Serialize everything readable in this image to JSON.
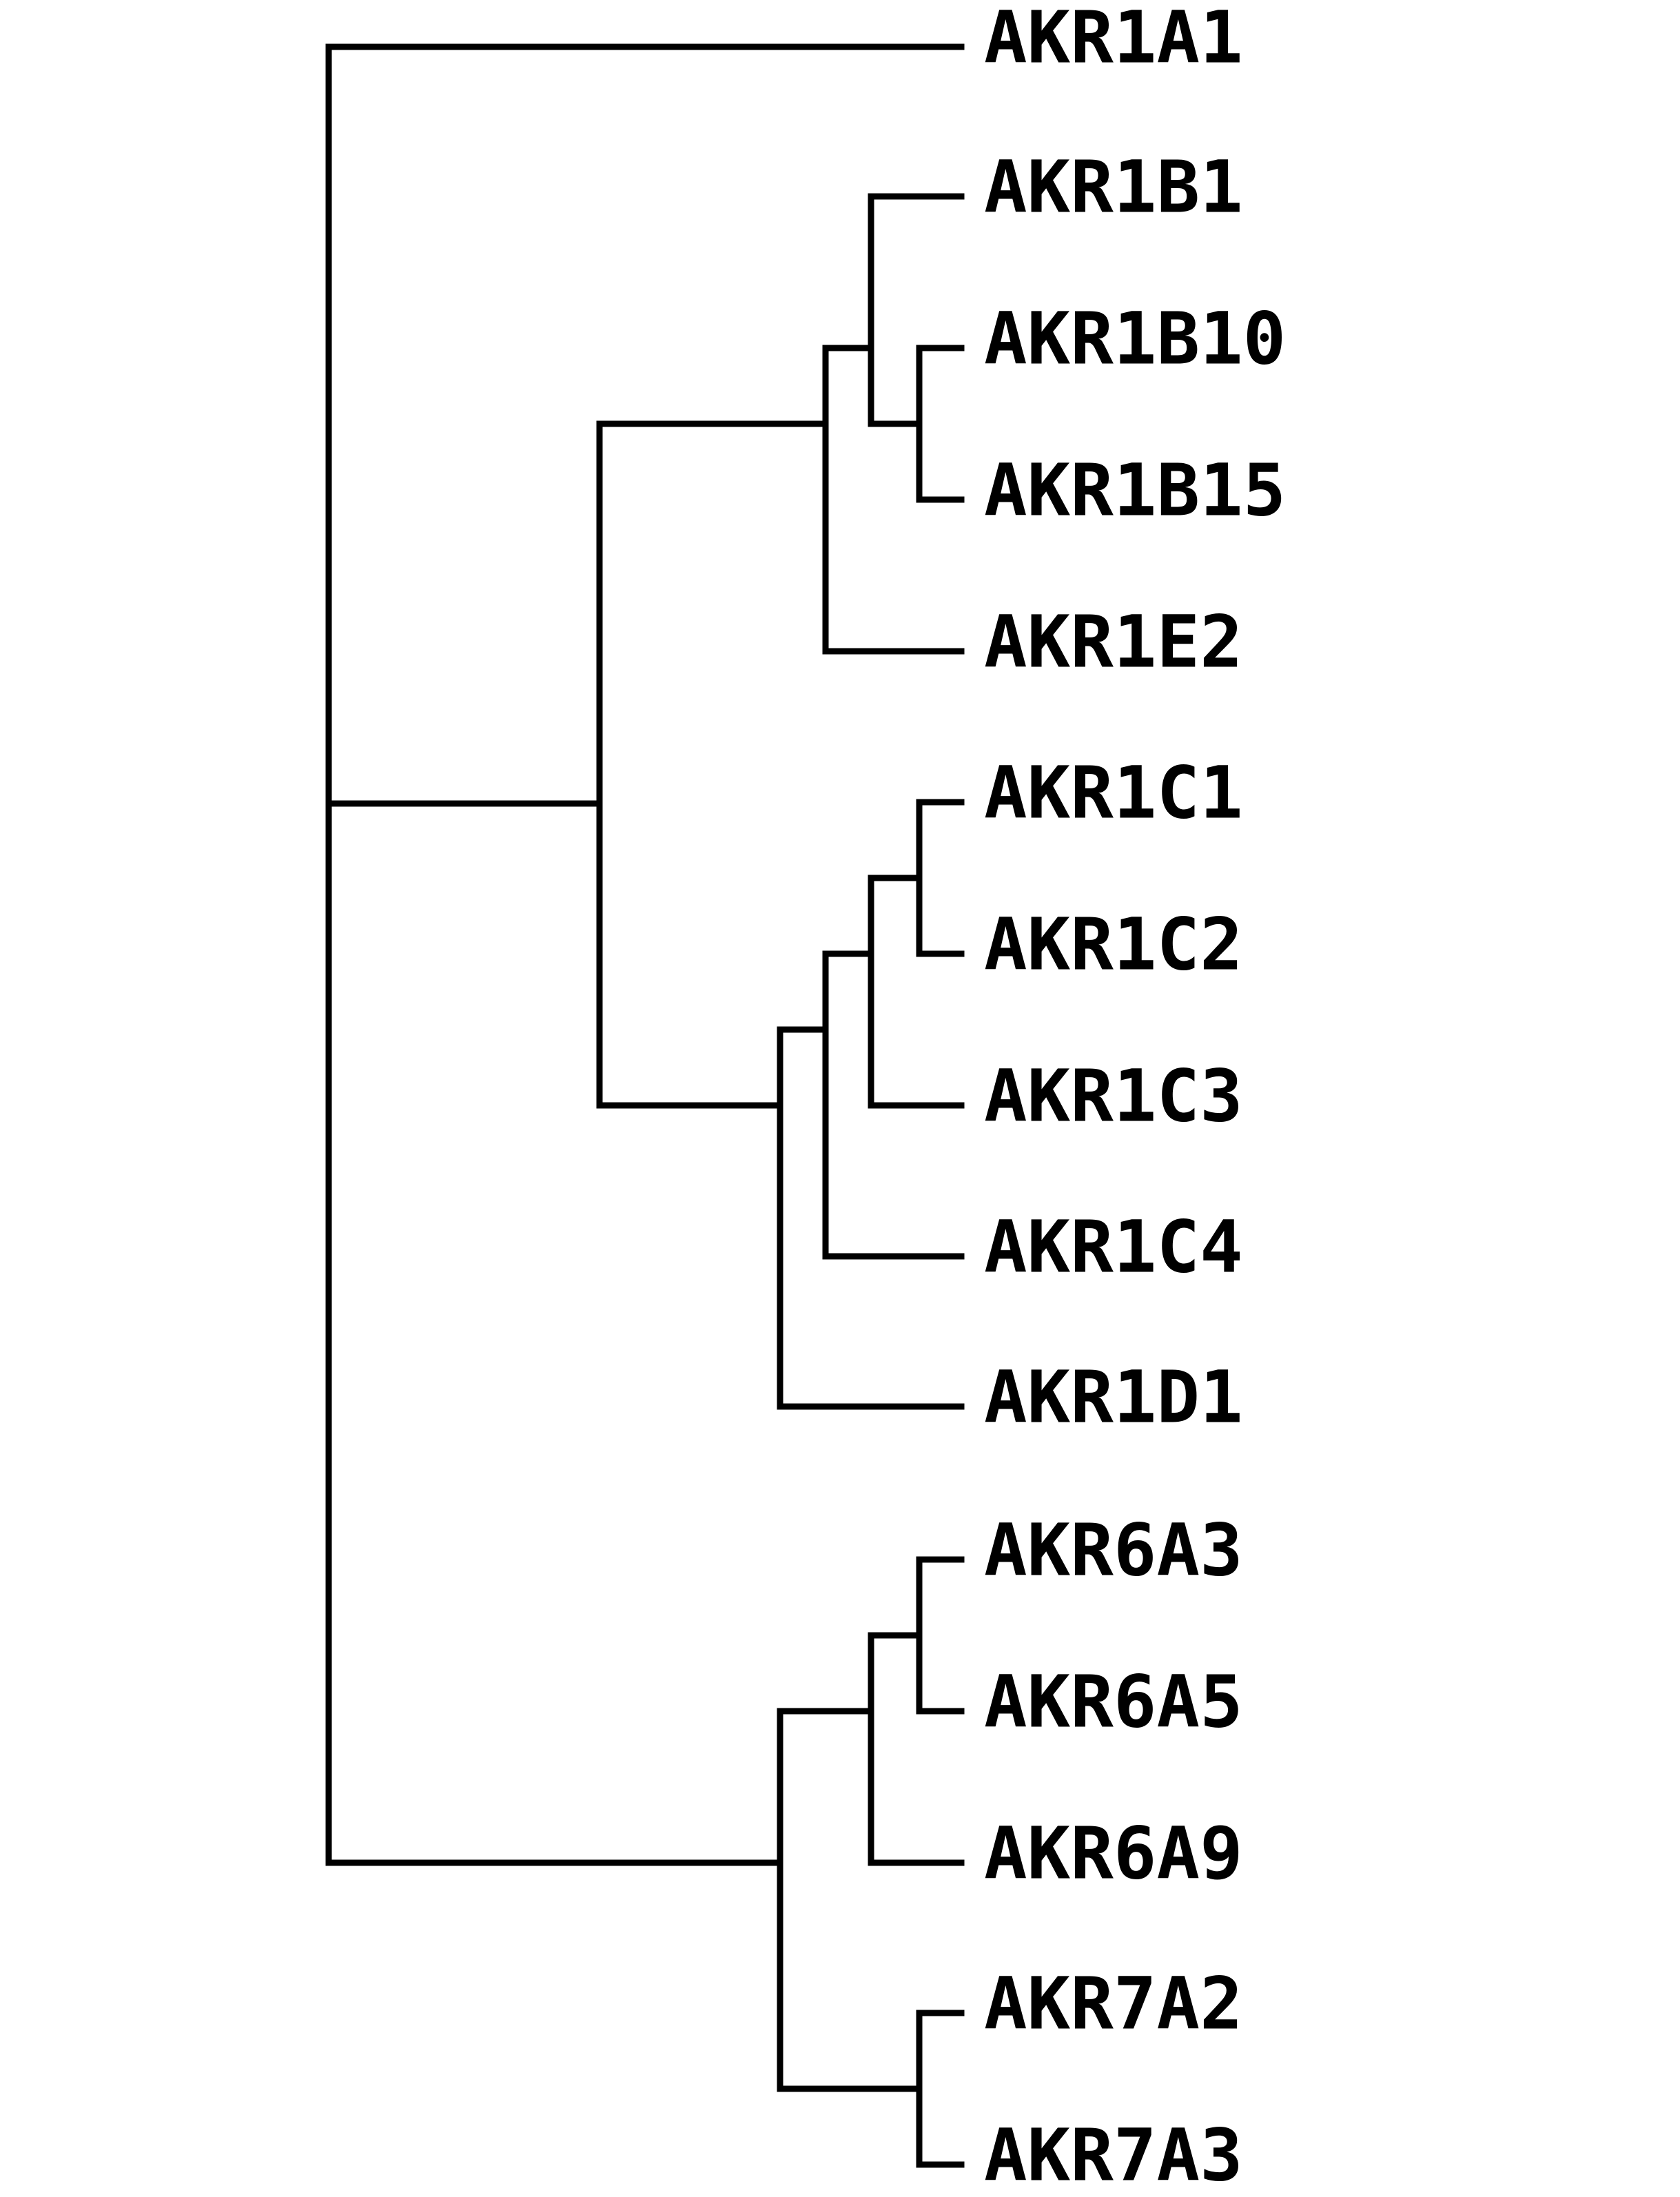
{
  "tree": {
    "line_color": "#000000",
    "background": "#ffffff",
    "leaves": [
      "AKR1A1",
      "AKR1B1",
      "AKR1B10",
      "AKR1B15",
      "AKR1E2",
      "AKR1C1",
      "AKR1C2",
      "AKR1C3",
      "AKR1C4",
      "AKR1D1",
      "AKR6A3",
      "AKR6A5",
      "AKR6A9",
      "AKR7A2",
      "AKR7A3"
    ],
    "newick": "(AKR1A1,(((AKR1B1,(AKR1B10,AKR1B15)),AKR1E2),((((AKR1C1,AKR1C2),AKR1C3),AKR1C4),AKR1D1)),(((AKR6A3,AKR6A5),AKR6A9),(AKR7A2,AKR7A3)));"
  }
}
